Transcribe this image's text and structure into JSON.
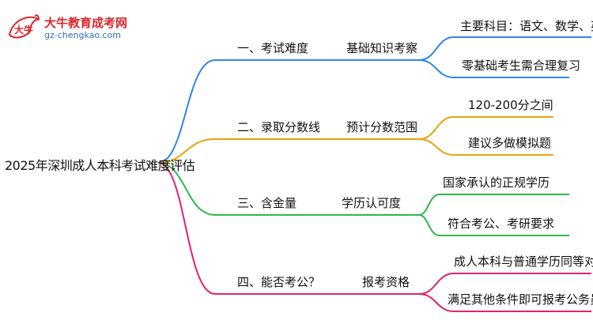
{
  "logo": {
    "title": "大牛教育成考网",
    "url": "gz-chengkao.com",
    "mark_text": "大牛"
  },
  "root": {
    "label": "2025年深圳成人本科考试难度评估"
  },
  "branches": [
    {
      "label": "一、考试难度",
      "sub": "基础知识考察",
      "color": "#2e86e6",
      "leaves": [
        "主要科目：语文、数学、英语",
        "零基础考生需合理复习"
      ]
    },
    {
      "label": "二、录取分数线",
      "sub": "预计分数范围",
      "color": "#e8a20c",
      "leaves": [
        "120-200分之间",
        "建议多做模拟题"
      ]
    },
    {
      "label": "三、含金量",
      "sub": "学历认可度",
      "color": "#2db84a",
      "leaves": [
        "国家承认的正规学历",
        "符合考公、考研要求"
      ]
    },
    {
      "label": "四、能否考公？",
      "sub": "报考资格",
      "color": "#e0226e",
      "leaves": [
        "成人本科与普通学历同等对待",
        "满足其他条件即可报考公务员"
      ]
    }
  ]
}
